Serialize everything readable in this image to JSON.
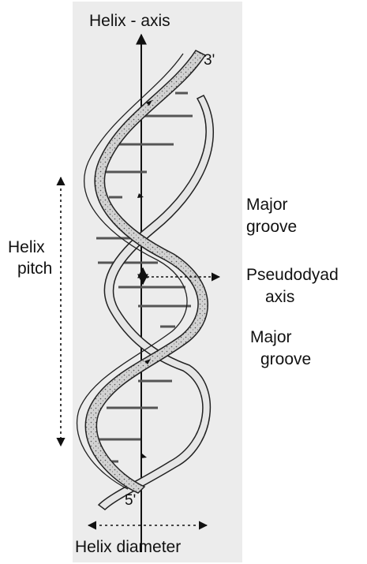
{
  "labels": {
    "helix_axis": "Helix - axis",
    "end_3": "3'",
    "end_5": "5'",
    "major_groove_1": "Major groove",
    "pseudodyad_axis": "Pseudodyad axis",
    "major_groove_2": "Major groove",
    "helix_pitch": "Helix pitch",
    "helix_diameter": "Helix diameter"
  },
  "colors": {
    "panel": "#ececec",
    "ink": "#111111",
    "strand_fill": "#cfcfcf"
  }
}
